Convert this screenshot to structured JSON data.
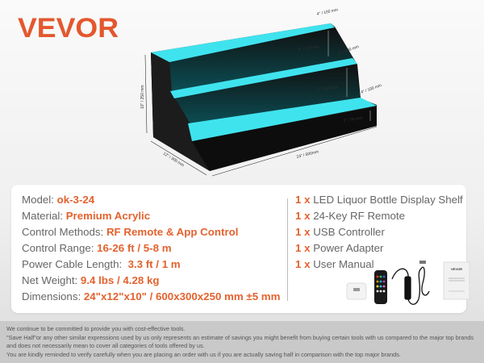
{
  "brand": "VEVOR",
  "colors": {
    "brand": "#e4572e",
    "accent_value": "#e4622e",
    "tread": "#3fe3ee"
  },
  "dimensions": {
    "top_depth": "4\" / 100 mm",
    "upper_height": "4\" / 100 mm",
    "middle_depth": "4\" / 100 mm",
    "middle_height": "4\" / 100 mm",
    "lower_depth": "4\" / 100 mm",
    "lower_height": "2\" / 50 mm",
    "total_height": "10\" / 250 mm",
    "total_depth": "12\" / 300 mm",
    "total_width": "24\" / 600mm"
  },
  "specs": [
    {
      "label": "Model: ",
      "value": "ok-3-24"
    },
    {
      "label": "Material: ",
      "value": "Premium Acrylic"
    },
    {
      "label": "Control Methods: ",
      "value": "RF Remote & App Control"
    },
    {
      "label": "Control Range: ",
      "value": "16-26 ft / 5-8 m"
    },
    {
      "label": "Power Cable Length:  ",
      "value": "3.3 ft / 1 m"
    },
    {
      "label": "Net Weight: ",
      "value": "9.4 lbs / 4.28 kg"
    },
    {
      "label": "Dimensions: ",
      "value": "24\"x12\"x10\" / 600x300x250 mm ±5 mm"
    }
  ],
  "package": [
    {
      "qty": "1 x",
      "item": "LED Liquor Bottle Display Shelf"
    },
    {
      "qty": "1 x",
      "item": "24-Key RF Remote"
    },
    {
      "qty": "1 x",
      "item": "USB Controller"
    },
    {
      "qty": "1 x",
      "item": "Power Adapter"
    },
    {
      "qty": "1 x",
      "item": "User Manual"
    }
  ],
  "manual_logo": "VEVOR",
  "footer": [
    "We continue to be committed to provide you with cost-effective tools.",
    "\"Save Half\"or any other similar expressions used by us only represents an estimate of savings you might benefit from buying certain tools with us compared to the major top brands and does not necessarily mean to cover all categories of tools offered by us.",
    "You are kindly reminded to verify carefully when you are placing an order with us if you are actually saving half in comparison with the top major brands."
  ]
}
